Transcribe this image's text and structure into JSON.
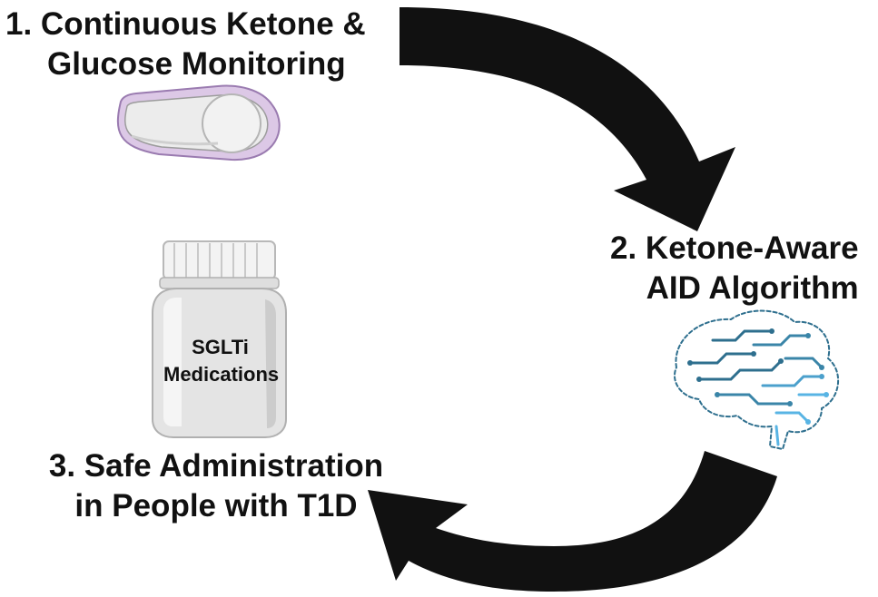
{
  "steps": [
    {
      "line1": "1.  Continuous Ketone &",
      "line2": "Glucose Monitoring"
    },
    {
      "line1": "2. Ketone-Aware",
      "line2": "AID Algorithm"
    },
    {
      "line1": "3. Safe Administration",
      "line2": "in People with T1D"
    }
  ],
  "bottle": {
    "line1": "SGLTi",
    "line2": "Medications"
  },
  "icons": {
    "sensor": "cgm-sensor-icon",
    "bottle": "medication-bottle-icon",
    "brain": "circuit-brain-icon"
  },
  "colors": {
    "arrow": "#111111",
    "sensor_outline": "#c9a8d8",
    "brain_dark": "#2e6f8e",
    "brain_light": "#58b4e4",
    "bottle_body": "#e6e6e6"
  }
}
